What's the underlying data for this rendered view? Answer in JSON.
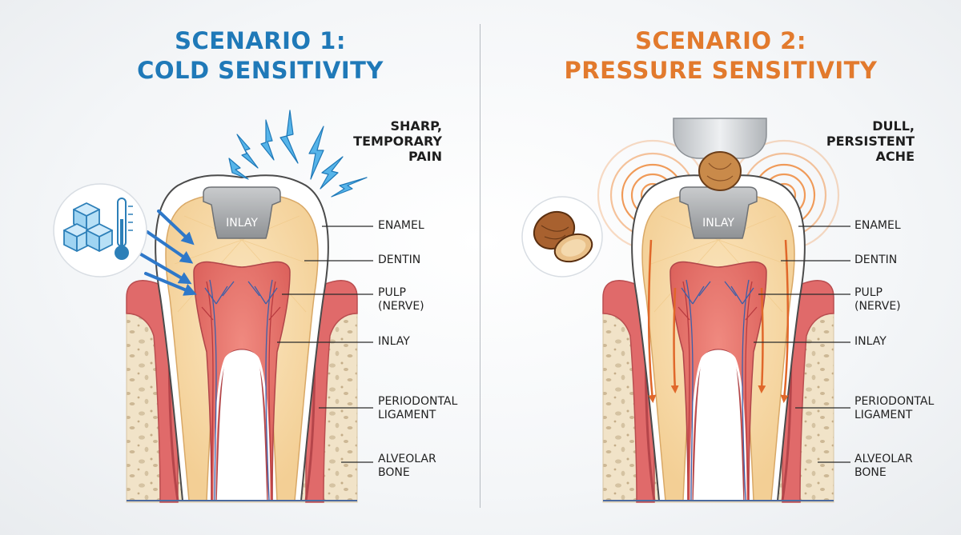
{
  "scenario1": {
    "title_line1": "SCENARIO 1:",
    "title_line2": "COLD SENSITIVITY",
    "pain_line1": "SHARP,",
    "pain_line2": "TEMPORARY",
    "pain_line3": "PAIN",
    "inlay_text": "INLAY",
    "accent_color": "#1f79b8",
    "stimulus_icon": "ice-cube-thermometer-icon"
  },
  "scenario2": {
    "title_line1": "SCENARIO 2:",
    "title_line2": "PRESSURE SENSITIVITY",
    "pain_line1": "DULL,",
    "pain_line2": "PERSISTENT",
    "pain_line3": "ACHE",
    "inlay_text": "INLAY",
    "accent_color": "#e27a2d",
    "stimulus_icon": "nut-icon"
  },
  "labels": {
    "enamel": "ENAMEL",
    "dentin": "DENTIN",
    "pulp_1": "PULP",
    "pulp_2": "(NERVE)",
    "inlay": "INLAY",
    "periodontal_1": "PERIODONTAL",
    "periodontal_2": "LIGAMENT",
    "alveolar_1": "ALVEOLAR",
    "alveolar_2": "BONE"
  }
}
